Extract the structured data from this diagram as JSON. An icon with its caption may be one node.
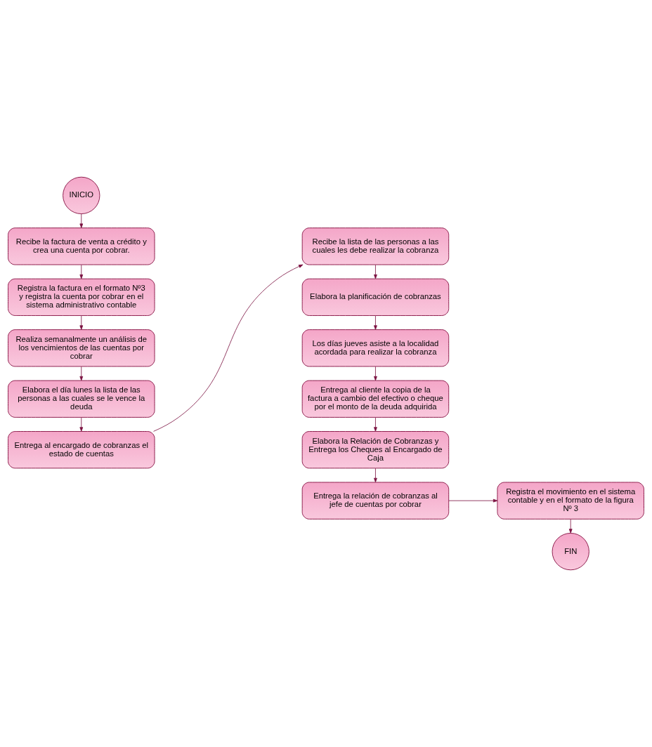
{
  "diagram": {
    "nodes": [
      {
        "text": [
          "INICIO"
        ]
      },
      {
        "text": [
          "Recibe la factura de venta a crédito y crea una cuenta por cobrar."
        ]
      },
      {
        "text": [
          "Registra la factura en el formato Nº3 y registra la cuenta por cobrar en el sistema administrativo contable"
        ]
      },
      {
        "text": [
          "Realiza semanalmente un análisis de los vencimientos de las cuentas por cobrar"
        ]
      },
      {
        "text": [
          "Elabora el día lunes la lista de las personas a las cuales se le vence la deuda"
        ]
      },
      {
        "text": [
          "Entrega al encargado de cobranzas el estado de cuentas"
        ]
      },
      {
        "text": [
          "Recibe la lista de las personas a las cuales les debe realizar la cobranza"
        ]
      },
      {
        "text": [
          "Elabora la planificación de cobranzas"
        ]
      },
      {
        "text": [
          "Los días jueves asiste a la localidad acordada para realizar la cobranza"
        ]
      },
      {
        "text": [
          "Entrega al cliente la copia de la factura a cambio del efectivo o cheque por el monto de la deuda adquirida"
        ]
      },
      {
        "text": [
          "Elabora la Relación de Cobranzas y Entrega los Cheques al Encargado de Caja"
        ]
      },
      {
        "text": [
          "Entrega la relación de cobranzas al jefe de cuentas por cobrar"
        ]
      },
      {
        "text": [
          "Registra el movimiento en el sistema contable y en el formato de la figura Nº 3"
        ]
      },
      {
        "text": [
          "FIN"
        ]
      }
    ],
    "edges": [
      {
        "from": 0,
        "to": 1,
        "arrow": "to"
      },
      {
        "from": 1,
        "to": 2,
        "arrow": "to"
      },
      {
        "from": 2,
        "to": 3,
        "arrow": "to"
      },
      {
        "from": 3,
        "to": 4,
        "arrow": "to"
      },
      {
        "from": 4,
        "to": 5,
        "arrow": "to"
      },
      {
        "from": 5,
        "to": 6,
        "arrow": "to"
      },
      {
        "from": 6,
        "to": 7,
        "arrow": "to"
      },
      {
        "from": 7,
        "to": 8,
        "arrow": "to"
      },
      {
        "from": 8,
        "to": 9,
        "arrow": "to"
      },
      {
        "from": 9,
        "to": 10,
        "arrow": "to"
      },
      {
        "from": 10,
        "to": 11,
        "arrow": "to"
      },
      {
        "from": 11,
        "to": 12,
        "arrow": "to"
      },
      {
        "from": 12,
        "to": 13,
        "arrow": "to"
      }
    ]
  }
}
